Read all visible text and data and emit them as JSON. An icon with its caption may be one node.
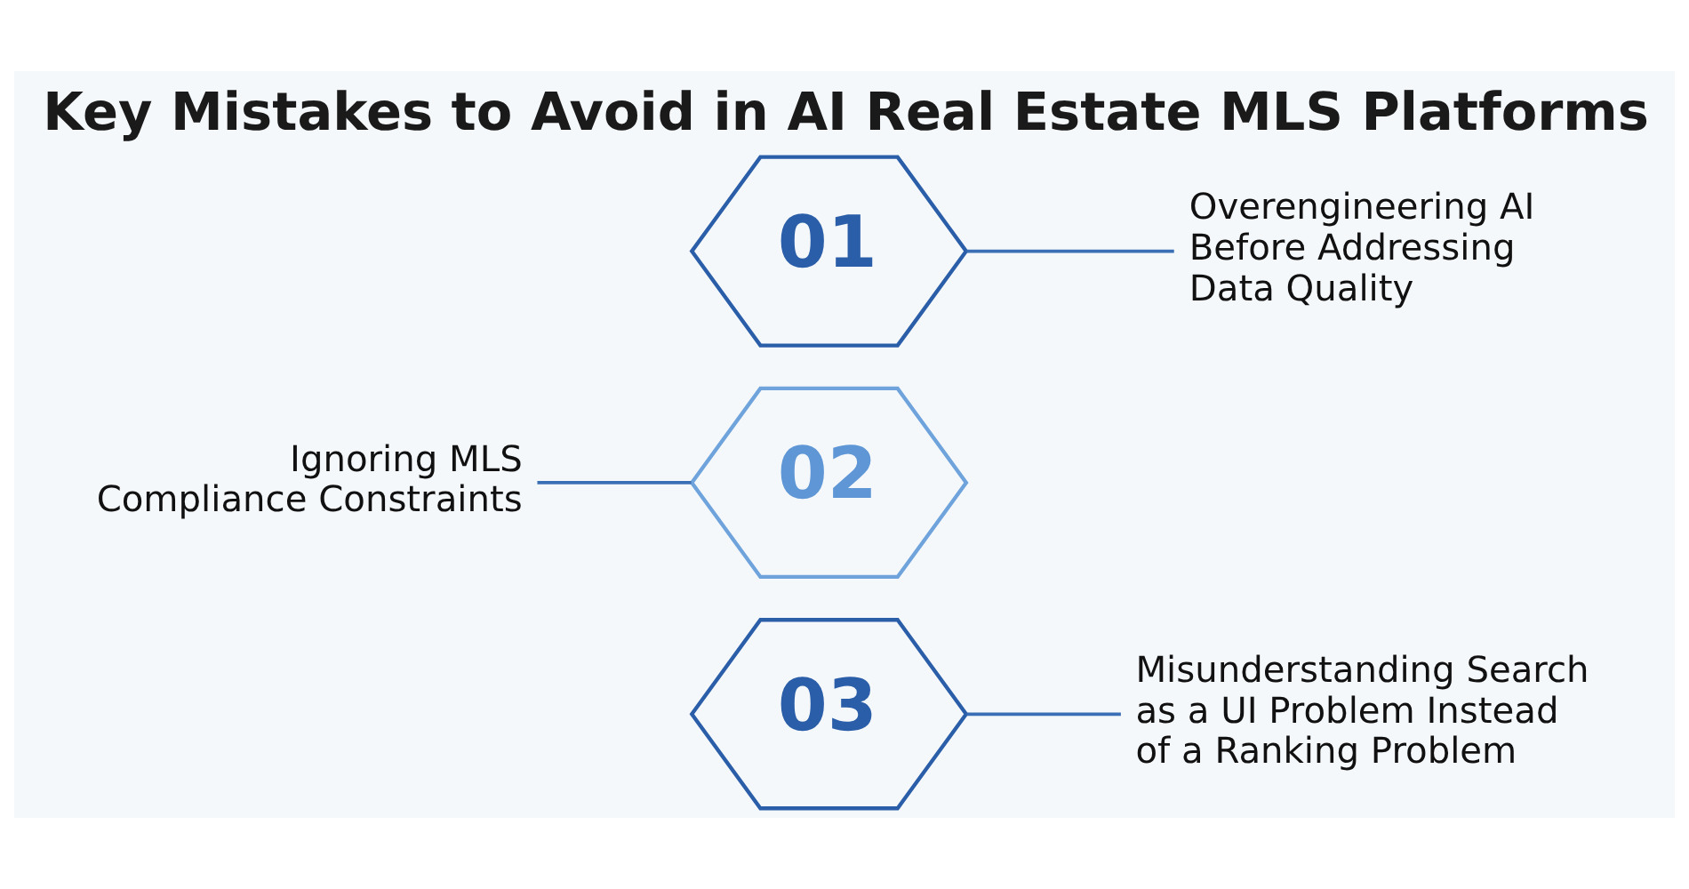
{
  "diagram": {
    "title": "Key Mistakes to Avoid in AI Real Estate MLS Platforms",
    "nodes": [
      {
        "text": [
          "01"
        ]
      },
      {
        "text": [
          "Overengineering AI Before Addressing Data Quality"
        ]
      },
      {
        "text": [
          "02"
        ]
      },
      {
        "text": [
          "Ignoring MLS Compliance Constraints"
        ]
      },
      {
        "text": [
          "03"
        ]
      },
      {
        "text": [
          "Misunderstanding Search as a UI Problem Instead of a Ranking Problem"
        ]
      }
    ],
    "edges": [
      {
        "from": 0,
        "to": 1,
        "arrow": "none"
      },
      {
        "from": 3,
        "to": 2,
        "arrow": "none"
      },
      {
        "from": 4,
        "to": 5,
        "arrow": "none"
      }
    ]
  }
}
